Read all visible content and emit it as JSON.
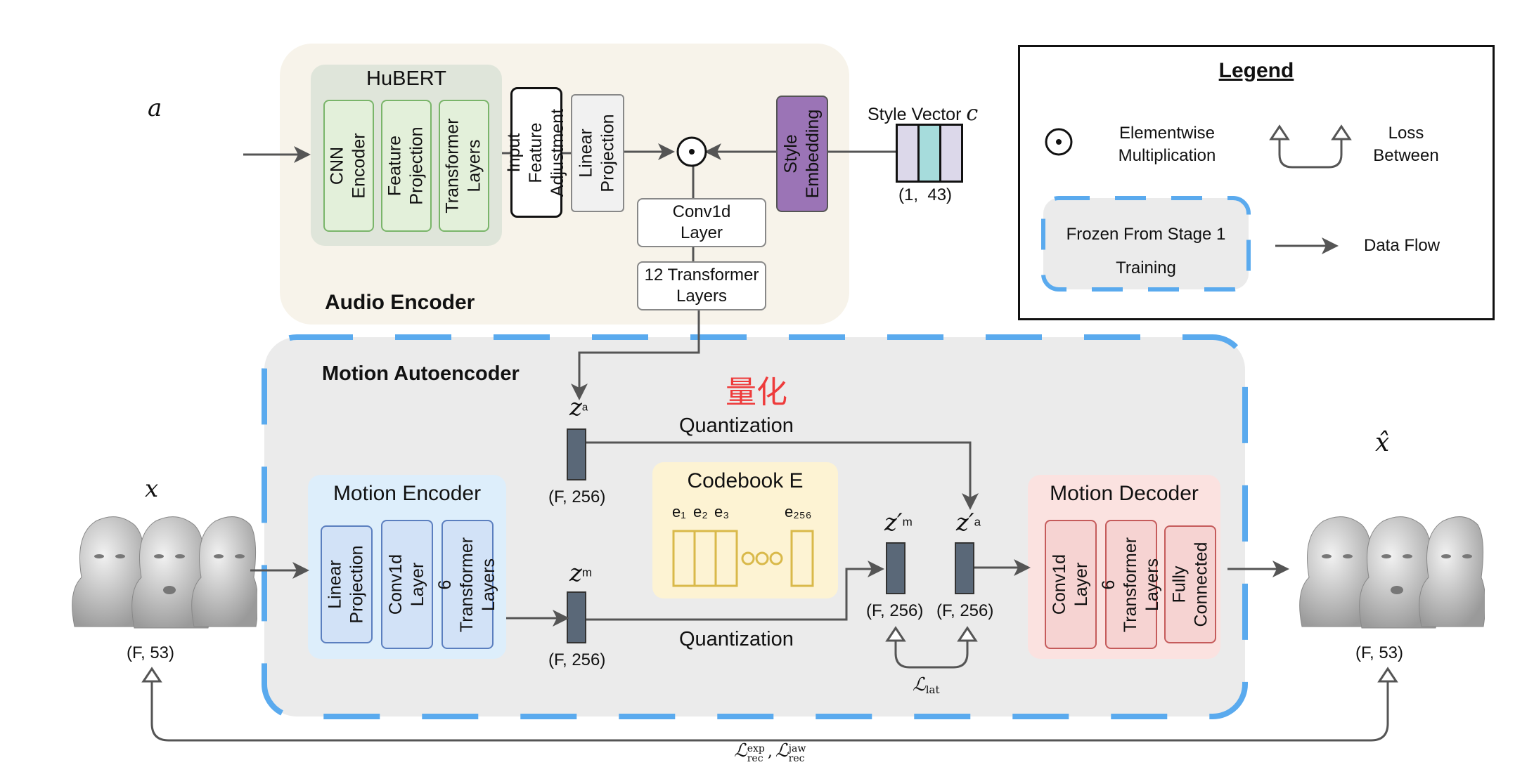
{
  "audio_encoder": {
    "title": "Audio Encoder",
    "hubert": {
      "title": "HuBERT",
      "blocks": [
        "CNN\nEncoder",
        "Feature\nProjection",
        "Transformer\nLayers"
      ]
    },
    "input_feature_adjustment": "Input Feature\nAdjustment",
    "linear_projection": "Linear\nProjection",
    "style_embedding": "Style\nEmbedding",
    "conv1d": "Conv1d\nLayer",
    "transformer12": "12 Transformer\nLayers",
    "audio_symbol": "a",
    "style_vector_label": "Style Vector",
    "style_vector_symbol": "c",
    "style_vector_shape": "(1,  43)"
  },
  "legend": {
    "title": "Legend",
    "elementwise": "Elementwise\nMultiplication",
    "loss_between": "Loss\nBetween",
    "frozen": "Frozen From Stage 1\nTraining",
    "data_flow": "Data Flow"
  },
  "motion_autoencoder": {
    "title": "Motion Autoencoder",
    "chinese_label": "量化",
    "motion_encoder": {
      "title": "Motion Encoder",
      "blocks": [
        "Linear\nProjection",
        "Conv1d\nLayer",
        "6 Transformer\nLayers"
      ]
    },
    "codebook": {
      "title": "Codebook E",
      "entries": [
        "e₁",
        "e₂",
        "e₃",
        "e₂₅₆"
      ]
    },
    "motion_decoder": {
      "title": "Motion Decoder",
      "blocks": [
        "Conv1d\nLayer",
        "6 Transformer\nLayers",
        "Fully\nConnected"
      ]
    },
    "quantization_top": "Quantization",
    "quantization_bottom": "Quantization",
    "latents": {
      "z_a": {
        "symbol": "z",
        "sup": "a",
        "shape": "(F, 256)"
      },
      "z_m": {
        "symbol": "z",
        "sup": "m",
        "shape": "(F, 256)"
      },
      "zq_m": {
        "symbol": "z′",
        "sup": "m",
        "shape": "(F, 256)"
      },
      "zq_a": {
        "symbol": "z′",
        "sup": "a",
        "shape": "(F, 256)"
      }
    },
    "loss_lat": "ℒ",
    "loss_lat_sub": "lat"
  },
  "io": {
    "input_symbol": "x",
    "input_shape": "(F, 53)",
    "output_symbol": "x̂",
    "output_shape": "(F, 53)",
    "loss_rec_exp": "ℒ",
    "loss_rec_exp_sup": "exp",
    "loss_rec_exp_sub": "rec",
    "loss_rec_jaw": "ℒ",
    "loss_rec_jaw_sup": "jaw",
    "loss_rec_jaw_sub": "rec",
    "loss_rec_sep": ","
  },
  "colors": {
    "audio_bg": "#f7f3ea",
    "motion_bg": "#ebebeb",
    "hubert_bg": "#dfe5da",
    "green_block": "#e3f0da",
    "green_border": "#7ab56a",
    "blue_bg": "#ddeefb",
    "blue_block": "#d2e2f7",
    "blue_border": "#5b7fbf",
    "codebook_bg": "#fdf3d3",
    "codebook_border": "#d9b94a",
    "decoder_bg": "#fbe2e0",
    "red_block": "#f6d3d2",
    "red_border": "#c55b5b",
    "purple": "#9b74b6",
    "latent": "#5a6878",
    "dash_blue": "#5aaaee",
    "arrow": "#555555"
  }
}
